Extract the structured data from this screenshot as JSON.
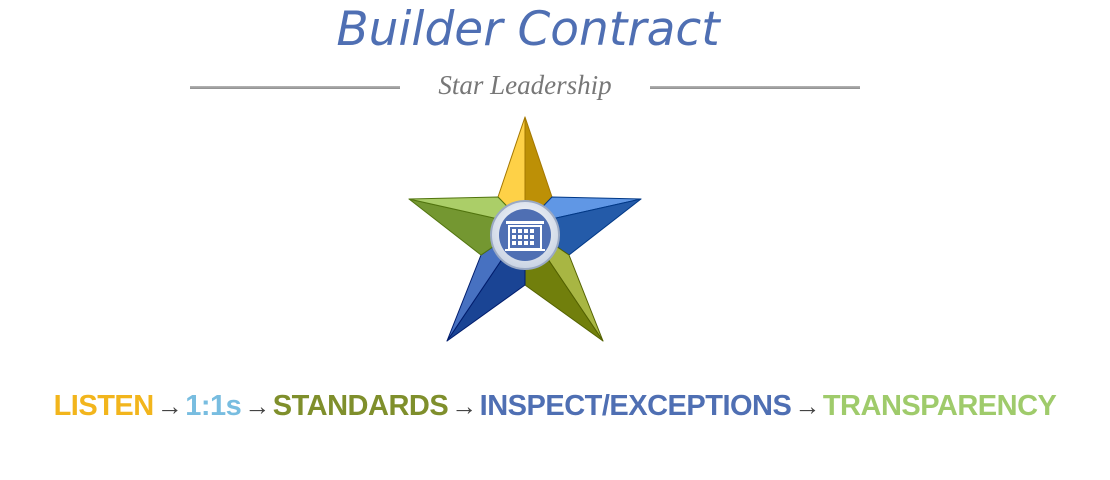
{
  "header": {
    "title": "Builder Contract",
    "subtitle": "Star Leadership"
  },
  "emblem": {
    "shape": "star",
    "center_icon": "building-icon",
    "colors": {
      "top": "#e0b329",
      "right": "#3d74c2",
      "bottom_right": "#8f9d2a",
      "bottom_left": "#2e58a8",
      "left": "#8db04a",
      "center_ring": "#e9eef6",
      "center_fill": "#4f6fb3"
    }
  },
  "flow": {
    "arrow_symbol": "→",
    "steps": [
      {
        "label": "LISTEN",
        "color": "#f2b51c"
      },
      {
        "label": "1:1s",
        "color": "#78bde0"
      },
      {
        "label": "STANDARDS",
        "color": "#7f8f2c"
      },
      {
        "label": "INSPECT/EXCEPTIONS",
        "color": "#4f6fb3"
      },
      {
        "label": "TRANSPARENCY",
        "color": "#9fcb6b"
      }
    ]
  }
}
